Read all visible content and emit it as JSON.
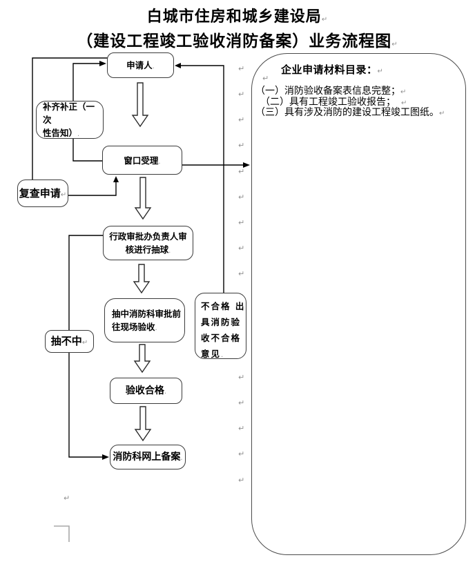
{
  "document": {
    "title_line1": "白城市住房和城乡建设局",
    "title_line2": "（建设工程竣工验收消防备案）业务流程图"
  },
  "flowchart": {
    "nodes": {
      "applicant": "申请人",
      "window": "窗口受理",
      "supplement": "补齐补正（一次\n性告知）",
      "recheck": "复查申请",
      "review": "行政审批办负责人审\n核进行抽球",
      "drawn": "抽中消防科审批前\n往现场验收",
      "not_drawn": "抽不中",
      "fail": "不合格 出\n具消防验\n收不合格\n意见",
      "pass": "验收合格",
      "filing": "消防科网上备案"
    }
  },
  "panel": {
    "heading": "企业申请材料目录：",
    "items": [
      "（一）消防验收备案表信息完整；",
      "（二）具有工程竣工验收报告；",
      "（三）具有涉及消防的建设工程竣工图纸。"
    ]
  },
  "marks": {
    "pilcrow": "↵",
    "dot": "."
  },
  "colors": {
    "line": "#000000",
    "box_border": "#3a3a3a",
    "formatting_mark": "#8f8f8f",
    "background": "#ffffff"
  }
}
